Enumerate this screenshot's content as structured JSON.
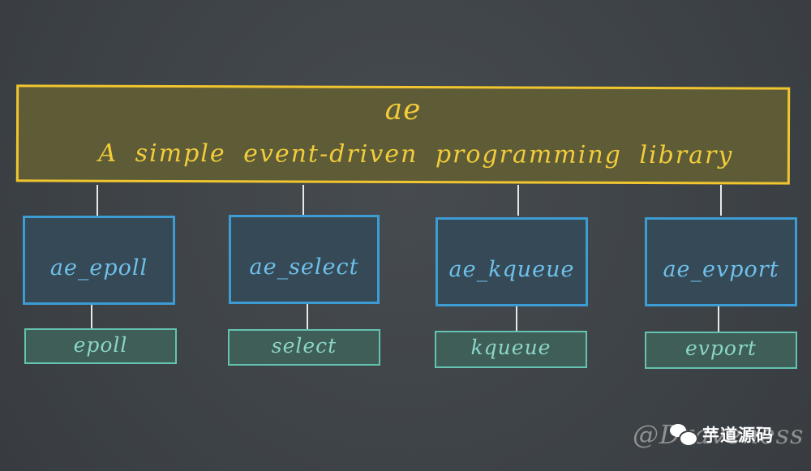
{
  "library": {
    "title": "ae",
    "subtitle": "A simple event-driven programming library"
  },
  "modules": [
    {
      "label": "ae_epoll",
      "syscall": "epoll"
    },
    {
      "label": "ae_select",
      "syscall": "select"
    },
    {
      "label": "ae_kqueue",
      "syscall": "kqueue"
    },
    {
      "label": "ae_evport",
      "syscall": "evport"
    }
  ],
  "watermark": {
    "handle": "@Draveness",
    "account": "芋道源码",
    "icon": "wechat-icon"
  },
  "colors": {
    "background": "#3f4448",
    "library_fill": "#5e5b37",
    "library_border": "#f0c52f",
    "library_text": "#f2cc3a",
    "module_fill": "#354956",
    "module_border": "#3d9cd4",
    "module_text": "#6ec0ea",
    "syscall_fill": "#3f5e58",
    "syscall_border": "#64c3b1",
    "syscall_text": "#8ad6c7",
    "connector": "#e7e9e9"
  }
}
